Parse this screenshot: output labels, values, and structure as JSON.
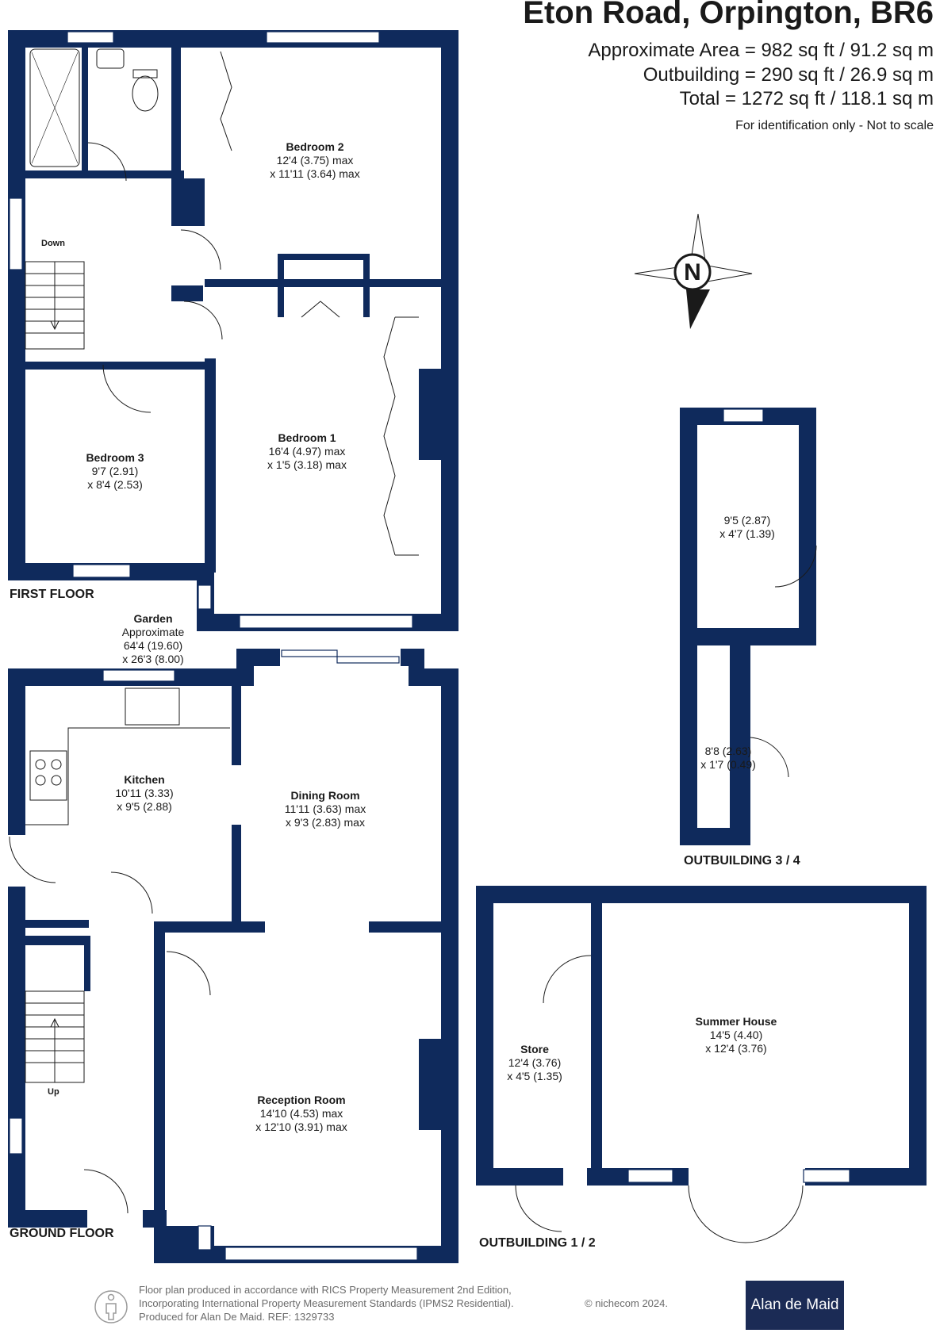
{
  "header": {
    "title": "Eton Road, Orpington, BR6",
    "area_line": "Approximate Area = 982 sq ft / 91.2 sq m",
    "outbuilding_line": "Outbuilding = 290 sq ft / 26.9 sq m",
    "total_line": "Total = 1272 sq ft / 118.1 sq m",
    "note": "For identification only - Not to scale"
  },
  "compass": {
    "label": "N"
  },
  "colors": {
    "wall": "#0f2a5c",
    "text": "#1a1a1a",
    "brand_bg": "#1b2b55"
  },
  "first_floor": {
    "label": "FIRST FLOOR",
    "stairs_label": "Down",
    "bedroom2": {
      "name": "Bedroom 2",
      "dim1": "12'4 (3.75) max",
      "dim2": "x 11'11 (3.64) max"
    },
    "bedroom1": {
      "name": "Bedroom 1",
      "dim1": "16'4 (4.97) max",
      "dim2": "x 1'5 (3.18) max"
    },
    "bedroom3": {
      "name": "Bedroom 3",
      "dim1": "9'7 (2.91)",
      "dim2": "x 8'4 (2.53)"
    }
  },
  "garden": {
    "name": "Garden",
    "line1": "Approximate",
    "line2": "64'4 (19.60)",
    "line3": "x 26'3 (8.00)"
  },
  "ground_floor": {
    "label": "GROUND FLOOR",
    "stairs_label": "Up",
    "kitchen": {
      "name": "Kitchen",
      "dim1": "10'11 (3.33)",
      "dim2": "x 9'5 (2.88)"
    },
    "dining": {
      "name": "Dining Room",
      "dim1": "11'11 (3.63) max",
      "dim2": "x 9'3 (2.83) max"
    },
    "reception": {
      "name": "Reception Room",
      "dim1": "14'10 (4.53) max",
      "dim2": "x 12'10 (3.91) max"
    }
  },
  "outbuilding34": {
    "label": "OUTBUILDING 3 / 4",
    "room_a": {
      "dim1": "9'5 (2.87)",
      "dim2": "x 4'7 (1.39)"
    },
    "room_b": {
      "dim1": "8'8 (2.63)",
      "dim2": "x 1'7 (0.49)"
    }
  },
  "outbuilding12": {
    "label": "OUTBUILDING 1 / 2",
    "store": {
      "name": "Store",
      "dim1": "12'4 (3.76)",
      "dim2": "x 4'5 (1.35)"
    },
    "summer": {
      "name": "Summer House",
      "dim1": "14'5 (4.40)",
      "dim2": "x 12'4 (3.76)"
    }
  },
  "footer": {
    "line1": "Floor plan produced in accordance with RICS Property Measurement 2nd Edition,",
    "line2": "Incorporating International Property Measurement Standards (IPMS2 Residential).",
    "copyright": "© nichecom 2024.",
    "line3": "Produced for Alan De Maid.   REF: 1329733",
    "brand": "Alan de Maid"
  }
}
